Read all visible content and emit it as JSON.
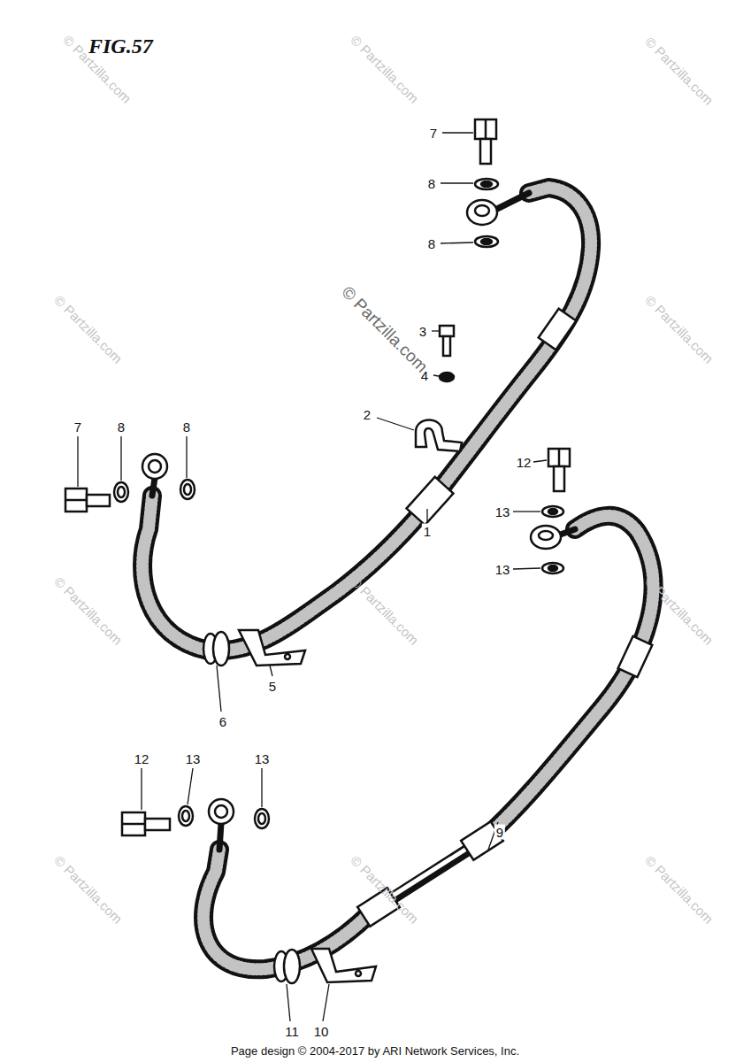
{
  "diagram": {
    "title": "FIG.57",
    "caption": "Page design © 2004-2017 by ARI Network Services, Inc.",
    "labels": [
      "7",
      "8",
      "8",
      "3",
      "4",
      "2",
      "7",
      "8",
      "8",
      "12",
      "13",
      "13",
      "1",
      "6",
      "5",
      "12",
      "13",
      "13",
      "9",
      "11",
      "10",
      "© Partzilla.com",
      "© Partzilla.com",
      "© Partzilla.com",
      "© Partzilla.com",
      "© Partzilla.com",
      "© Partzilla.com",
      "© Partzilla.com",
      "© Partzilla.com",
      "© Partzilla.com",
      "© Partzilla.com",
      "© Partzilla.com",
      "© Partzilla.com"
    ]
  }
}
